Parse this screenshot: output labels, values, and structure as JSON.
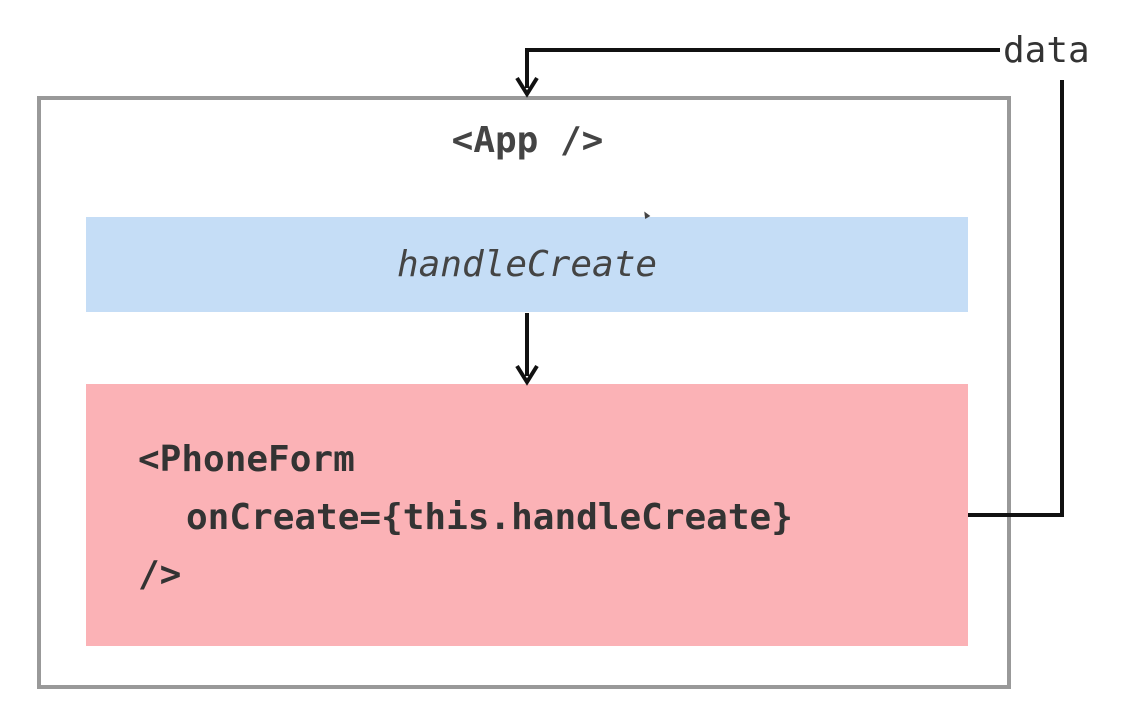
{
  "app": {
    "title": "<App />"
  },
  "handler": {
    "label": "handleCreate",
    "color": "#c5ddf6"
  },
  "phone_form": {
    "lines": [
      "<PhoneForm",
      "onCreate={this.handleCreate}",
      "/>"
    ],
    "color": "#fbb2b6"
  },
  "data_flow": {
    "label": "data"
  },
  "colors": {
    "frame_border": "#999999",
    "arrow": "#111111"
  }
}
